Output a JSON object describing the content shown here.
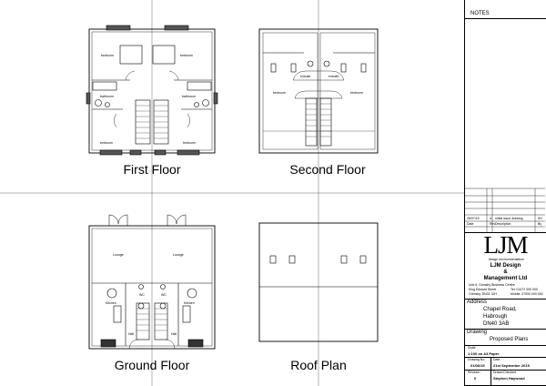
{
  "plans": {
    "first_floor": {
      "title": "First Floor",
      "rooms": {
        "bedroom_top": "bedroom",
        "bathroom": "bathroom",
        "bedroom_bottom": "bedroom"
      }
    },
    "second_floor": {
      "title": "Second Floor",
      "rooms": {
        "ensuite": "ensuite",
        "bedroom": "bedroom"
      }
    },
    "ground_floor": {
      "title": "Ground Floor",
      "rooms": {
        "lounge": "Lounge",
        "kitchen": "Kitchen",
        "wc": "WC",
        "hall": "Hall"
      }
    },
    "roof_plan": {
      "title": "Roof Plan"
    }
  },
  "title_block": {
    "notes_label": "NOTES",
    "revisions": [
      {
        "date": "28/07/15",
        "rev": "A",
        "description": "Initial issue drawing",
        "by": "SH"
      },
      {
        "date": "Date",
        "rev": "Rev",
        "description": "Description",
        "by": "By"
      }
    ],
    "logo": "LJM",
    "tagline": "design environmentalism",
    "company_line1": "LJM Design",
    "company_line2": "&",
    "company_line3": "Management Ltd",
    "company_address": [
      "Unit 6, Grimsby Business Centre",
      "King Edward Street",
      "Grimsby, DN31 3JH"
    ],
    "company_phone": "Tel: 01472 000 000",
    "company_mobile": "Mobile: 07000 000 000",
    "address_label": "Address",
    "address_lines": [
      "Chapel Road,",
      "Habrough",
      "DN40 3AB"
    ],
    "drawing_label": "Drawing",
    "drawing_name": "Proposed Plans",
    "scale_label": "Scale",
    "scale_value": "1:100 on A3 Paper",
    "drawing_no_label": "Drawing No.",
    "drawing_no": "01/06/15",
    "date_label": "Date",
    "date_value": "21st September 2015",
    "revision_label": "Revision",
    "revision_value": "0",
    "drawn_label": "Drawn/Checked",
    "drawn_value": "Stephen Haywood"
  }
}
